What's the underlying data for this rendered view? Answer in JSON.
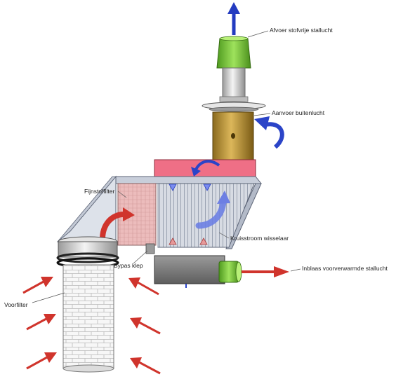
{
  "labels": {
    "exhaust": "Afvoer stofvrije stallucht",
    "intake": "Aanvoer buitenlucht",
    "fine_filter": "Fijnstoffilter",
    "exchanger": "Kruisstroom wisselaar",
    "bypass": "Bypas klep",
    "inlet": "Inblaas voorverwarmde stallucht",
    "prefilter": "Voorfilter"
  },
  "colors": {
    "exhaust_cap": "#7ccc3c",
    "intake_pipe": "#c9a13c",
    "top_manifold": "#ef6f86",
    "fine_filter": "#e9b4b4",
    "exchanger": "#c6cdd8",
    "housing": "#d0d6e0",
    "bottom_box": "#808080",
    "prefilter": "#f2f2f2",
    "arrow_red": "#d0342c",
    "arrow_blue": "#3a4fc7",
    "arrow_light_blue": "#6d7fe3"
  }
}
